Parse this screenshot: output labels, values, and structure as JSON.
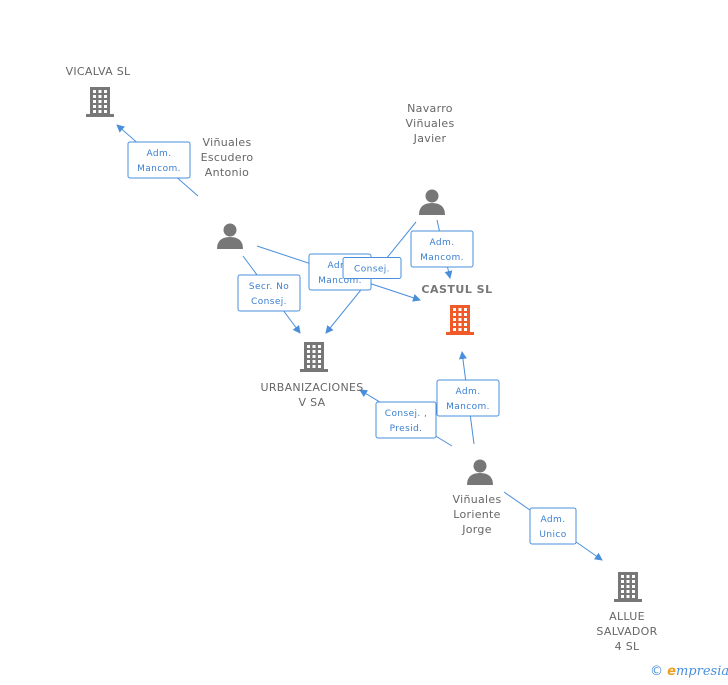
{
  "colors": {
    "edge": "#4a8fdc",
    "company": "#777777",
    "company_main": "#f05a28",
    "person": "#777777"
  },
  "nodes": {
    "vicalva": {
      "label": [
        "VICALVA SL"
      ],
      "kind": "company",
      "icon": "building-icon"
    },
    "escudero": {
      "label": [
        "Viñuales",
        "Escudero",
        "Antonio"
      ],
      "kind": "person",
      "icon": "person-icon"
    },
    "navarro": {
      "label": [
        "Navarro",
        "Viñuales",
        "Javier"
      ],
      "kind": "person",
      "icon": "person-icon"
    },
    "castul": {
      "label": [
        "CASTUL SL"
      ],
      "kind": "company-main",
      "icon": "building-icon"
    },
    "urbanizaciones": {
      "label": [
        "URBANIZACIONES",
        "V SA"
      ],
      "kind": "company",
      "icon": "building-icon"
    },
    "loriente": {
      "label": [
        "Viñuales",
        "Loriente",
        "Jorge"
      ],
      "kind": "person",
      "icon": "person-icon"
    },
    "allue": {
      "label": [
        "ALLUE",
        "SALVADOR",
        "4 SL"
      ],
      "kind": "company",
      "icon": "building-icon"
    }
  },
  "edges": [
    {
      "from": "escudero",
      "to": "vicalva",
      "label": [
        "Adm.",
        "Mancom."
      ]
    },
    {
      "from": "escudero",
      "to": "castul",
      "label": [
        "Adm.",
        "Mancom."
      ]
    },
    {
      "from": "escudero",
      "to": "urbanizaciones",
      "label": [
        "Secr.  No",
        "Consej."
      ]
    },
    {
      "from": "navarro",
      "to": "urbanizaciones",
      "label": [
        "Consej."
      ]
    },
    {
      "from": "navarro",
      "to": "castul",
      "label": [
        "Adm.",
        "Mancom."
      ]
    },
    {
      "from": "loriente",
      "to": "castul",
      "label": [
        "Adm.",
        "Mancom."
      ]
    },
    {
      "from": "loriente",
      "to": "urbanizaciones",
      "label": [
        "Consej. ,",
        "Presid."
      ]
    },
    {
      "from": "loriente",
      "to": "allue",
      "label": [
        "Adm.",
        "Unico"
      ]
    }
  ],
  "footer": {
    "copyright": "©",
    "brand_initial": "e",
    "brand_rest": "mpresia"
  }
}
